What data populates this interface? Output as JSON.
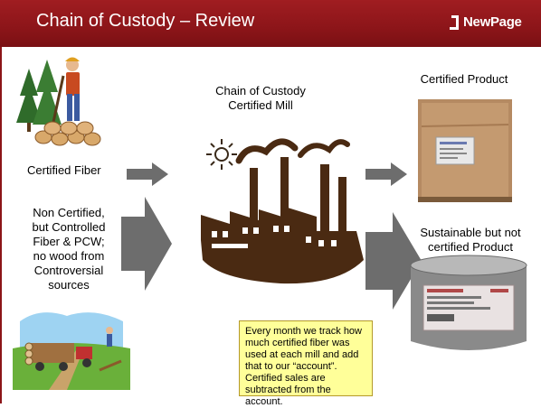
{
  "header": {
    "title": "Chain of Custody – Review",
    "logo_text": "NewPage",
    "background_color": "#8c1519",
    "text_color": "#ffffff"
  },
  "labels": {
    "mill_title_line1": "Chain of Custody",
    "mill_title_line2": "Certified Mill",
    "certified_product": "Certified Product",
    "certified_fiber": "Certified Fiber",
    "non_certified_lines": [
      "Non Certified,",
      "but Controlled",
      "Fiber & PCW;",
      "no wood from",
      "Controversial",
      "sources"
    ],
    "sustainable_line1": "Sustainable but not",
    "sustainable_line2": "certified Product"
  },
  "note": {
    "text": "Every month we track how much certified fiber was used at each mill and add that to our “account”. Certified sales are subtracted from the account.",
    "background_color": "#ffff99"
  },
  "icons": [
    "lumberjack-clipart",
    "factory-silhouette",
    "sun-icon",
    "paper-box-photo",
    "paper-reel-drum",
    "logging-truck-clipart"
  ],
  "colors": {
    "arrow": "#6d6d6d",
    "factory": "#4a2a12",
    "drum": "#8a8a8a"
  }
}
